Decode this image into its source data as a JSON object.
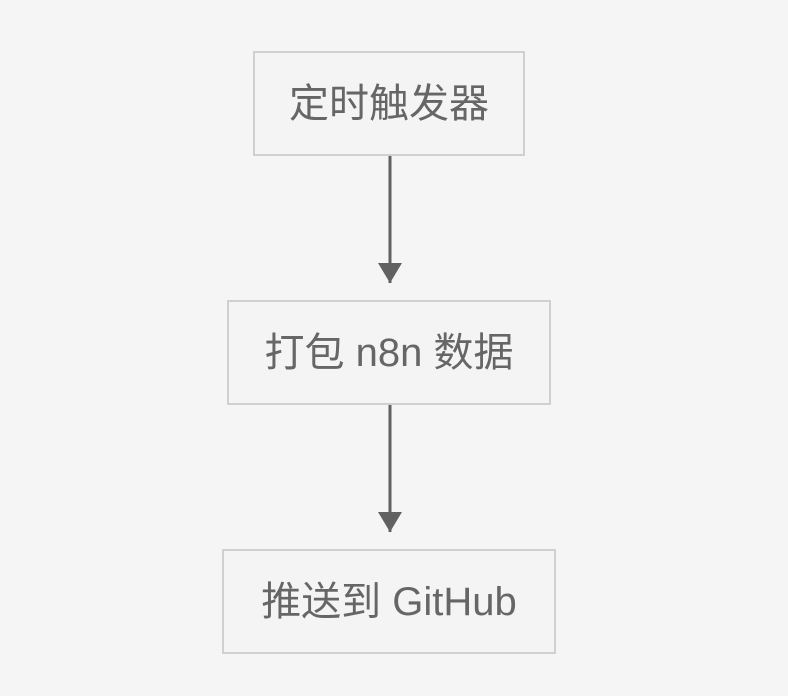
{
  "diagram": {
    "type": "flowchart",
    "direction": "top-to-bottom",
    "background_color": "#f5f5f5",
    "node_fill_color": "#f4f4f4",
    "node_border_color": "#d0d0d0",
    "node_text_color": "#666666",
    "edge_color": "#616161",
    "nodes": [
      {
        "id": "trigger",
        "label": "定时触发器",
        "shape": "rectangle"
      },
      {
        "id": "package",
        "label": "打包 n8n 数据",
        "shape": "rectangle"
      },
      {
        "id": "push",
        "label": "推送到 GitHub",
        "shape": "rectangle"
      }
    ],
    "edges": [
      {
        "id": "edge-1",
        "from": "trigger",
        "to": "package",
        "label": "",
        "arrow": "filled-triangle"
      },
      {
        "id": "edge-2",
        "from": "package",
        "to": "push",
        "label": "",
        "arrow": "filled-triangle"
      }
    ]
  }
}
